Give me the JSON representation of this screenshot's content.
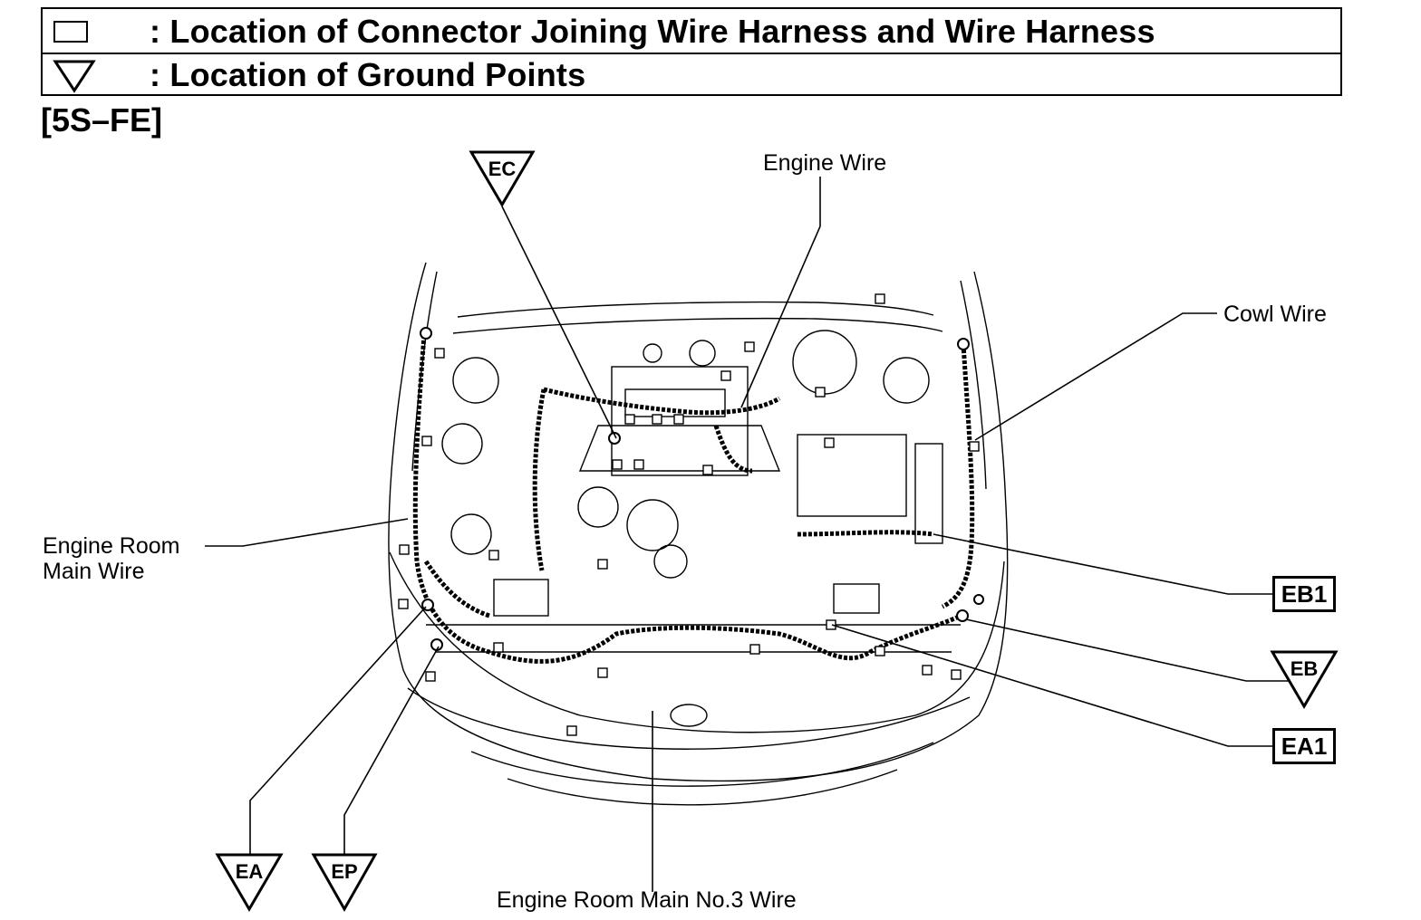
{
  "legend": {
    "connector": {
      "symbol": "connector-box-icon",
      "text": ": Location of Connector Joining Wire Harness and Wire Harness"
    },
    "ground": {
      "symbol": "ground-triangle-icon",
      "text": ": Location of Ground Points"
    }
  },
  "variant": "[5S–FE]",
  "wire_labels": {
    "engine_wire": "Engine Wire",
    "cowl_wire": "Cowl Wire",
    "engine_room_main_line1": "Engine Room",
    "engine_room_main_line2": "Main Wire",
    "engine_room_main_no3": "Engine Room Main No.3 Wire"
  },
  "connectors": {
    "eb1": "EB1",
    "ea1": "EA1"
  },
  "ground_points": {
    "ec": "EC",
    "eb": "EB",
    "ea": "EA",
    "ep": "EP"
  },
  "colors": {
    "ink": "#000000",
    "paper": "#ffffff"
  }
}
